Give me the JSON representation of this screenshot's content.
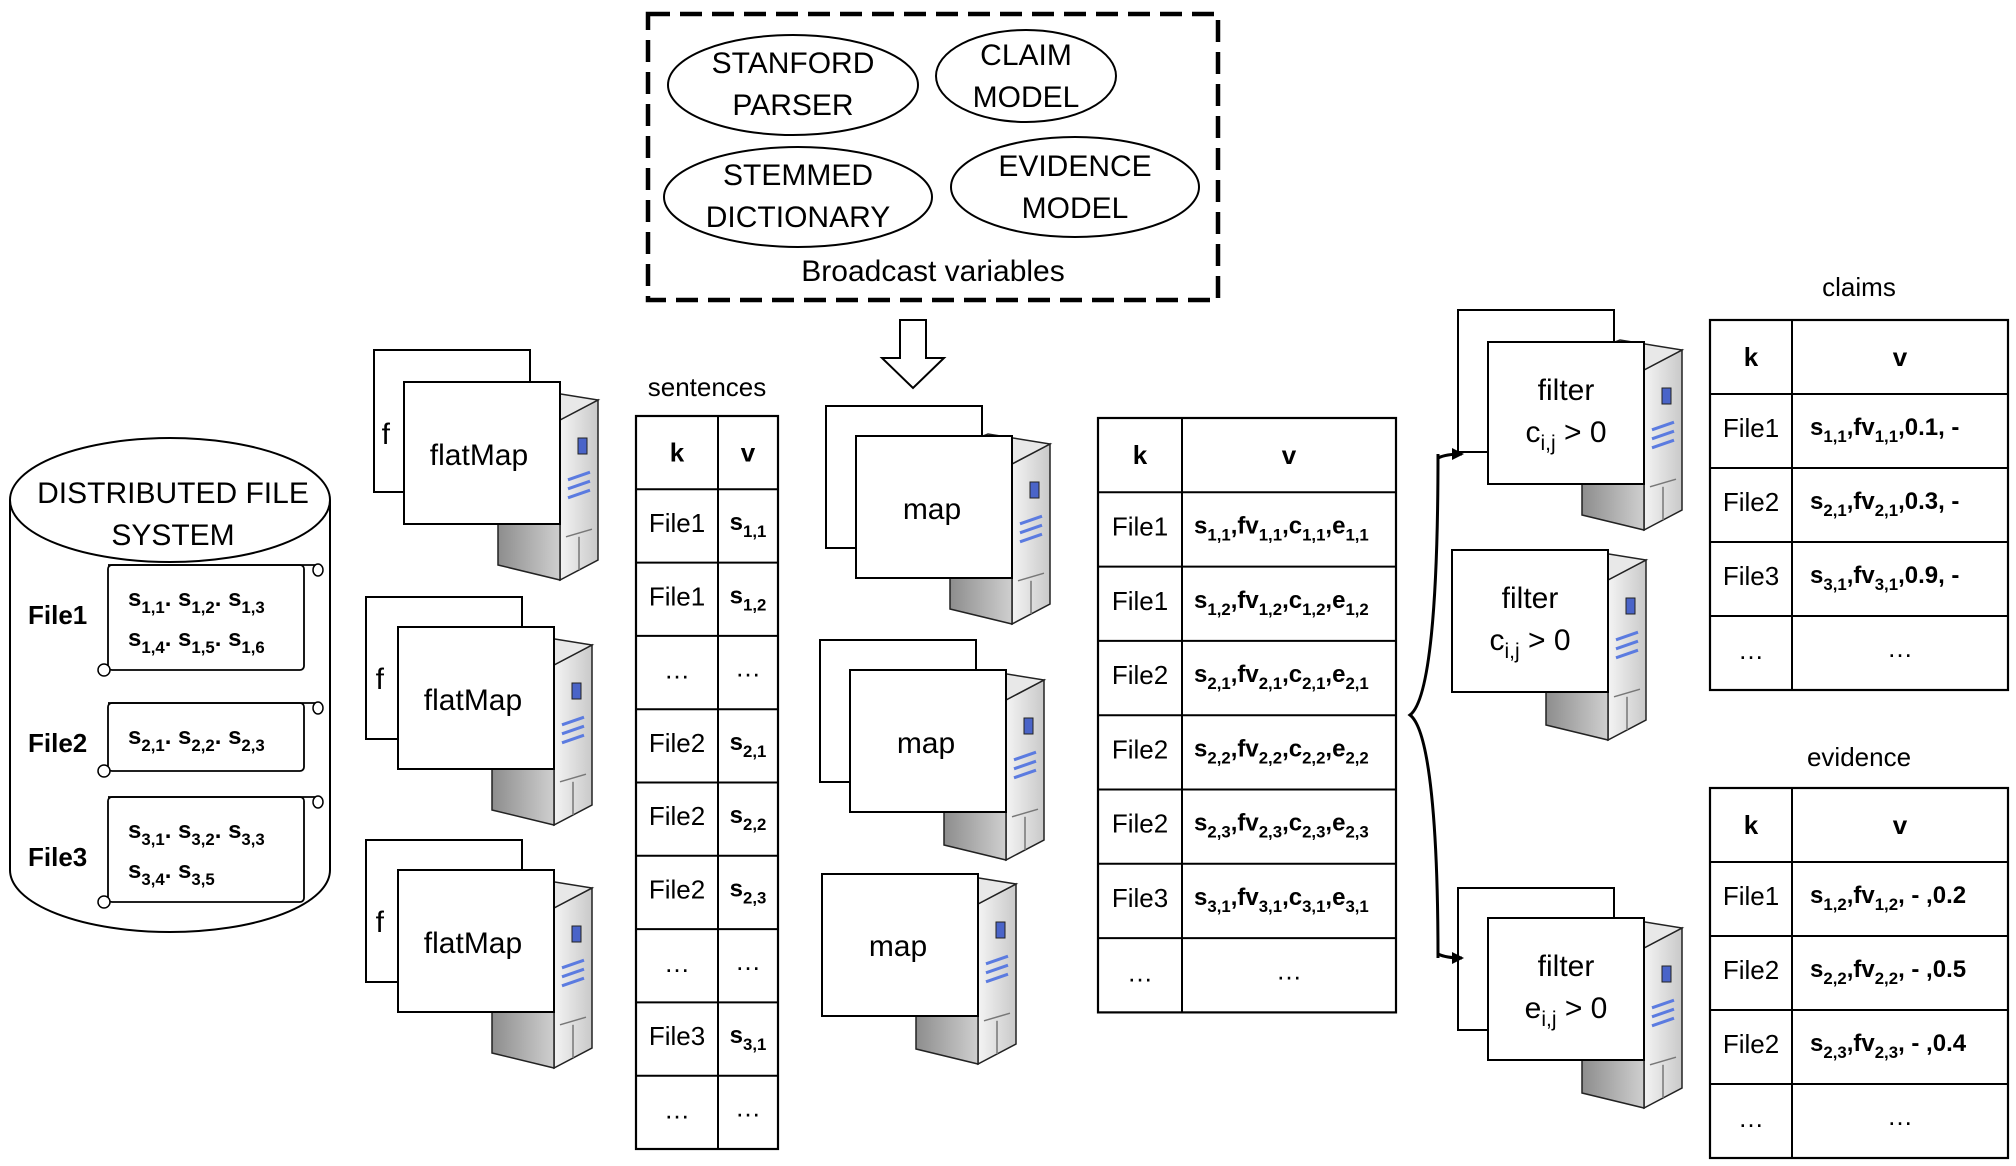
{
  "broadcast": {
    "items": [
      [
        "STANFORD",
        "PARSER"
      ],
      [
        "CLAIM",
        "MODEL"
      ],
      [
        "STEMMED",
        "DICTIONARY"
      ],
      [
        "EVIDENCE",
        "MODEL"
      ]
    ],
    "label": "Broadcast variables"
  },
  "dfs": {
    "title_lines": [
      "DISTRIBUTED FILE",
      "SYSTEM"
    ],
    "files": [
      {
        "name": "File1",
        "lines": [
          [
            [
              "s",
              "1,1"
            ],
            [
              "s",
              "1,2"
            ],
            [
              "s",
              "1,3"
            ]
          ],
          [
            [
              "s",
              "1,4"
            ],
            [
              "s",
              "1,5"
            ],
            [
              "s",
              "1,6"
            ]
          ]
        ]
      },
      {
        "name": "File2",
        "lines": [
          [
            [
              "s",
              "2,1"
            ],
            [
              "s",
              "2,2"
            ],
            [
              "s",
              "2,3"
            ]
          ]
        ]
      },
      {
        "name": "File3",
        "lines": [
          [
            [
              "s",
              "3,1"
            ],
            [
              "s",
              "3,2"
            ],
            [
              "s",
              "3,3"
            ]
          ],
          [
            [
              "s",
              "3,4"
            ],
            [
              "s",
              "3,5"
            ]
          ]
        ]
      }
    ]
  },
  "workers": {
    "flatmap_label": "flatMap",
    "flatmap_back_label": "f",
    "map_label": "map",
    "filter_label": "filter",
    "filter_conditions": [
      {
        "var": "c",
        "sub": "i,j",
        "rest": " > 0"
      },
      {
        "var": "c",
        "sub": "i,j",
        "rest": " > 0"
      },
      {
        "var": "e",
        "sub": "i,j",
        "rest": " > 0"
      }
    ]
  },
  "sentences_table": {
    "title": "sentences",
    "headers": [
      "k",
      "v"
    ],
    "rows": [
      [
        "File1",
        [
          [
            "s",
            "1,1"
          ]
        ]
      ],
      [
        "File1",
        [
          [
            "s",
            "1,2"
          ]
        ]
      ],
      [
        "…",
        [
          [
            "…",
            ""
          ]
        ]
      ],
      [
        "File2",
        [
          [
            "s",
            "2,1"
          ]
        ]
      ],
      [
        "File2",
        [
          [
            "s",
            "2,2"
          ]
        ]
      ],
      [
        "File2",
        [
          [
            "s",
            "2,3"
          ]
        ]
      ],
      [
        "…",
        [
          [
            "…",
            ""
          ]
        ]
      ],
      [
        "File3",
        [
          [
            "s",
            "3,1"
          ]
        ]
      ],
      [
        "…",
        [
          [
            "…",
            ""
          ]
        ]
      ]
    ]
  },
  "features_table": {
    "headers": [
      "k",
      "v"
    ],
    "rows": [
      [
        "File1",
        [
          [
            "s",
            "1,1"
          ],
          [
            ",fv",
            "1,1"
          ],
          [
            ",c",
            "1,1"
          ],
          [
            ",e",
            "1,1"
          ]
        ]
      ],
      [
        "File1",
        [
          [
            "s",
            "1,2"
          ],
          [
            ",fv",
            "1,2"
          ],
          [
            ",c",
            "1,2"
          ],
          [
            ",e",
            "1,2"
          ]
        ]
      ],
      [
        "File2",
        [
          [
            "s",
            "2,1"
          ],
          [
            ",fv",
            "2,1"
          ],
          [
            ",c",
            "2,1"
          ],
          [
            ",e",
            "2,1"
          ]
        ]
      ],
      [
        "File2",
        [
          [
            "s",
            "2,2"
          ],
          [
            ",fv",
            "2,2"
          ],
          [
            ",c",
            "2,2"
          ],
          [
            ",e",
            "2,2"
          ]
        ]
      ],
      [
        "File2",
        [
          [
            "s",
            "2,3"
          ],
          [
            ",fv",
            "2,3"
          ],
          [
            ",c",
            "2,3"
          ],
          [
            ",e",
            "2,3"
          ]
        ]
      ],
      [
        "File3",
        [
          [
            "s",
            "3,1"
          ],
          [
            ",fv",
            "3,1"
          ],
          [
            ",c",
            "3,1"
          ],
          [
            ",e",
            "3,1"
          ]
        ]
      ],
      [
        "…",
        [
          [
            "…",
            ""
          ]
        ]
      ]
    ]
  },
  "claims_table": {
    "title": "claims",
    "headers": [
      "k",
      "v"
    ],
    "rows": [
      [
        "File1",
        [
          [
            "s",
            "1,1"
          ],
          [
            ",fv",
            "1,1"
          ],
          [
            ",0.1, -",
            ""
          ]
        ]
      ],
      [
        "File2",
        [
          [
            "s",
            "2,1"
          ],
          [
            ",fv",
            "2,1"
          ],
          [
            ",0.3, -",
            ""
          ]
        ]
      ],
      [
        "File3",
        [
          [
            "s",
            "3,1"
          ],
          [
            ",fv",
            "3,1"
          ],
          [
            ",0.9, -",
            ""
          ]
        ]
      ],
      [
        "…",
        [
          [
            "…",
            ""
          ]
        ]
      ]
    ]
  },
  "evidence_table": {
    "title": "evidence",
    "headers": [
      "k",
      "v"
    ],
    "rows": [
      [
        "File1",
        [
          [
            "s",
            "1,2"
          ],
          [
            ",fv",
            "1,2"
          ],
          [
            ", - ,0.2",
            ""
          ]
        ]
      ],
      [
        "File2",
        [
          [
            "s",
            "2,2"
          ],
          [
            ",fv",
            "2,2"
          ],
          [
            ", - ,0.5",
            ""
          ]
        ]
      ],
      [
        "File2",
        [
          [
            "s",
            "2,3"
          ],
          [
            ",fv",
            "2,3"
          ],
          [
            ", - ,0.4",
            ""
          ]
        ]
      ],
      [
        "…",
        [
          [
            "…",
            ""
          ]
        ]
      ]
    ]
  }
}
